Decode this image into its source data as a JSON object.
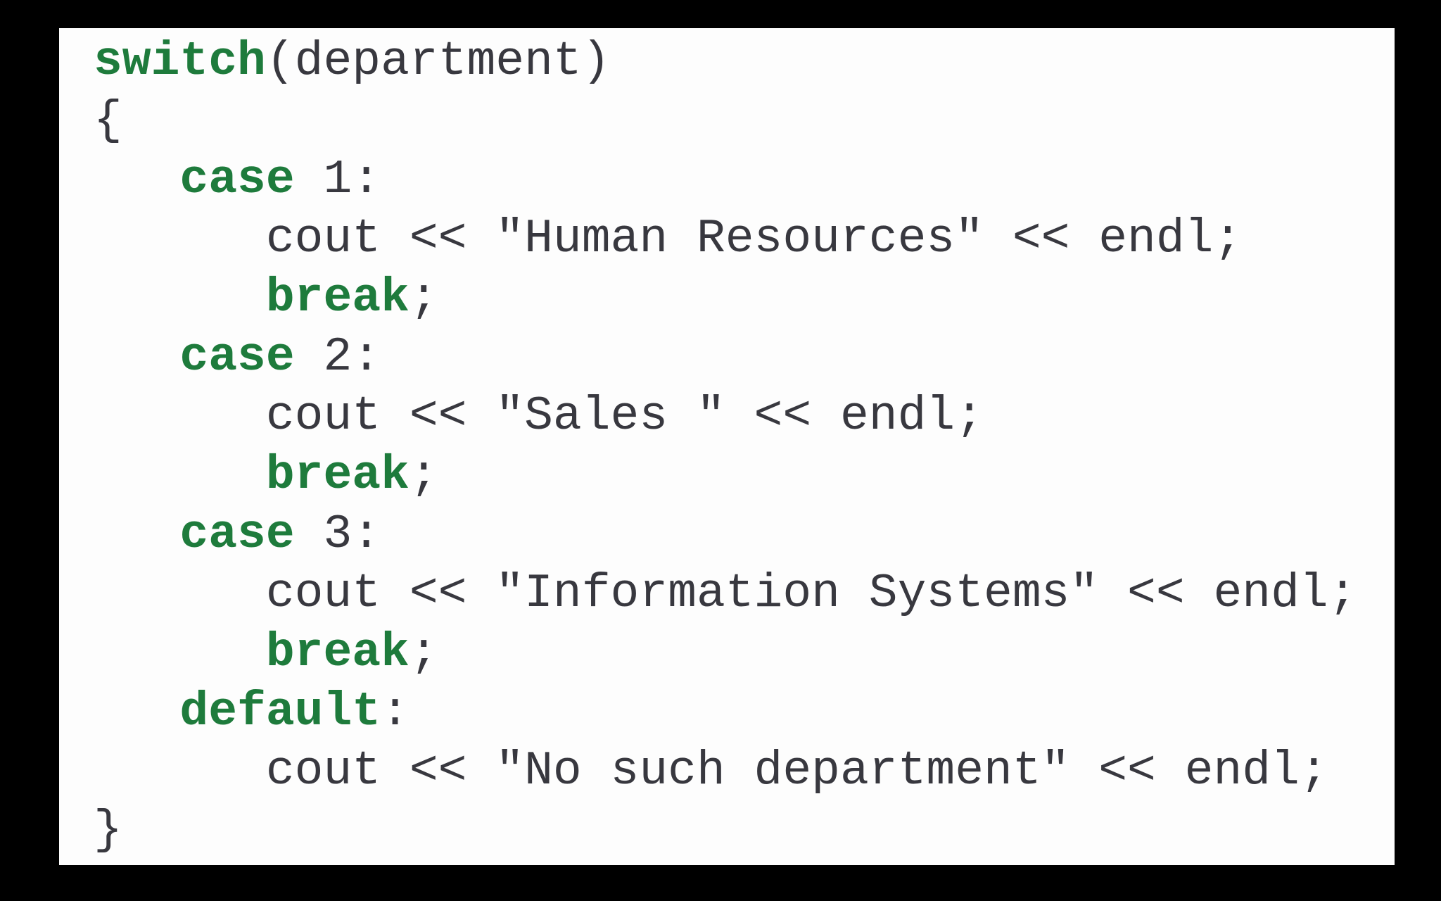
{
  "theme": {
    "background_color": "#000000",
    "panel_background": "#fdfdfd",
    "keyword_color": "#1e7b3c",
    "code_text_color": "#38383f"
  },
  "code": {
    "language": "cpp",
    "lines": [
      {
        "segments": [
          {
            "t": "switch",
            "k": true
          },
          {
            "t": "(department)",
            "k": false
          }
        ]
      },
      {
        "segments": [
          {
            "t": "{",
            "k": false
          }
        ]
      },
      {
        "segments": [
          {
            "t": "   ",
            "k": false
          },
          {
            "t": "case",
            "k": true
          },
          {
            "t": " 1:",
            "k": false
          }
        ]
      },
      {
        "segments": [
          {
            "t": "      cout << \"Human Resources\" << endl;",
            "k": false
          }
        ]
      },
      {
        "segments": [
          {
            "t": "      ",
            "k": false
          },
          {
            "t": "break",
            "k": true
          },
          {
            "t": ";",
            "k": false
          }
        ]
      },
      {
        "segments": [
          {
            "t": "   ",
            "k": false
          },
          {
            "t": "case",
            "k": true
          },
          {
            "t": " 2:",
            "k": false
          }
        ]
      },
      {
        "segments": [
          {
            "t": "      cout << \"Sales \" << endl;",
            "k": false
          }
        ]
      },
      {
        "segments": [
          {
            "t": "      ",
            "k": false
          },
          {
            "t": "break",
            "k": true
          },
          {
            "t": ";",
            "k": false
          }
        ]
      },
      {
        "segments": [
          {
            "t": "   ",
            "k": false
          },
          {
            "t": "case",
            "k": true
          },
          {
            "t": " 3:",
            "k": false
          }
        ]
      },
      {
        "segments": [
          {
            "t": "      cout << \"Information Systems\" << endl;",
            "k": false
          }
        ]
      },
      {
        "segments": [
          {
            "t": "      ",
            "k": false
          },
          {
            "t": "break",
            "k": true
          },
          {
            "t": ";",
            "k": false
          }
        ]
      },
      {
        "segments": [
          {
            "t": "   ",
            "k": false
          },
          {
            "t": "default",
            "k": true
          },
          {
            "t": ":",
            "k": false
          }
        ]
      },
      {
        "segments": [
          {
            "t": "      cout << \"No such department\" << endl;",
            "k": false
          }
        ]
      },
      {
        "segments": [
          {
            "t": "}",
            "k": false
          }
        ]
      }
    ]
  }
}
